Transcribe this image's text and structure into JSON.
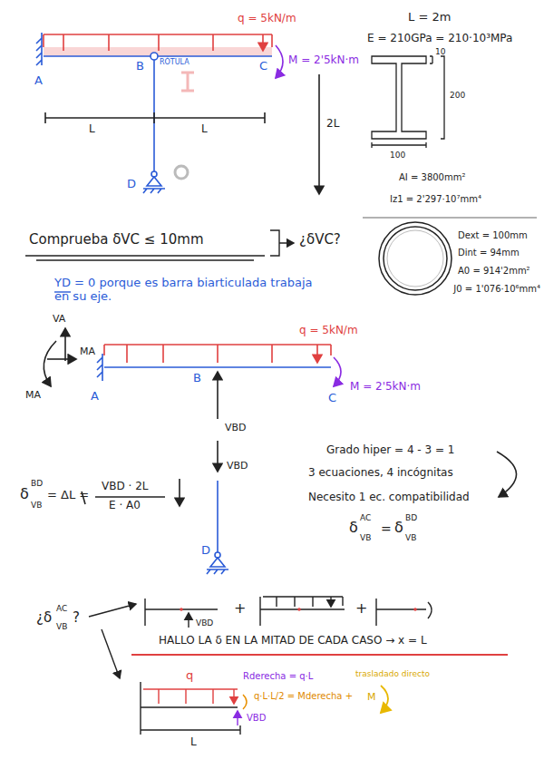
{
  "diagram": {
    "labels": [
      "q = 5kN/m",
      "M = 2'5kN·m",
      "A",
      "B",
      "RÓTULA",
      "C",
      "L",
      "L",
      "2L",
      "D",
      "L = 2m",
      "E = 210GPa = 210·10³MPa",
      "10",
      "200",
      "100",
      "AI = 3800mm²",
      "Iz1 = 2'297·10⁷mm⁴",
      "Dext = 100mm",
      "Dint = 94mm",
      "A0 = 914'2mm²",
      "J0 = 1'076·10⁶mm⁴",
      "Comprueba δVC ≤ 10mm",
      "¿δVC?",
      "YD = 0 porque es barra biarticulada trabaja en su eje.",
      "VA",
      "MA",
      "MA",
      "q = 5kN/m",
      "M = 2'5kN·m",
      "A",
      "B",
      "C",
      "VBD",
      "VBD",
      "D",
      "δ",
      "BD",
      "VB",
      "= ΔL =",
      "VBD · 2L",
      "E · A0",
      "Grado hiper = 4 - 3 = 1",
      "3 ecuaciones, 4 incógnitas",
      "Necesito 1 ec. compatibilidad",
      "δ",
      "AC",
      "VB",
      "=",
      "δ",
      "BD",
      "VB",
      "¿δ",
      "AC",
      "VB",
      "?",
      "VBD",
      "+",
      "+",
      "HALLO LA δ EN LA MITAD DE CADA CASO → x = L",
      "q",
      "Rderecha = q·L",
      "q·L·L/2 = Mderecha +",
      "M",
      "trasladado directo",
      "VBD",
      "L"
    ]
  }
}
